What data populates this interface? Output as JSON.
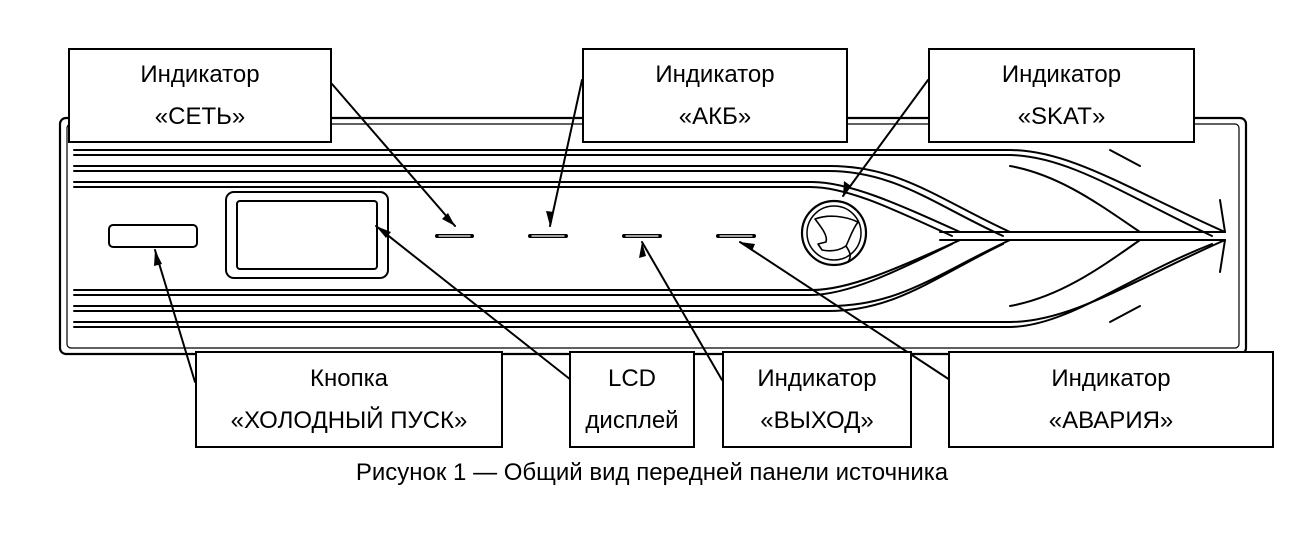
{
  "callouts": {
    "set": {
      "line1": "Индикатор",
      "line2": "«СЕТЬ»"
    },
    "akb": {
      "line1": "Индикатор",
      "line2": "«АКБ»"
    },
    "skat": {
      "line1": "Индикатор",
      "line2": "«SKAT»"
    },
    "cold_start": {
      "line1": "Кнопка",
      "line2": "«ХОЛОДНЫЙ ПУСК»"
    },
    "lcd": {
      "line1": "LCD",
      "line2": "дисплей"
    },
    "output": {
      "line1": "Индикатор",
      "line2": "«ВЫХОД»"
    },
    "alarm": {
      "line1": "Индикатор",
      "line2": "«АВАРИЯ»"
    }
  },
  "caption": "Рисунок 1 — Общий вид передней панели источника",
  "colors": {
    "line": "#000000",
    "background": "#ffffff"
  }
}
